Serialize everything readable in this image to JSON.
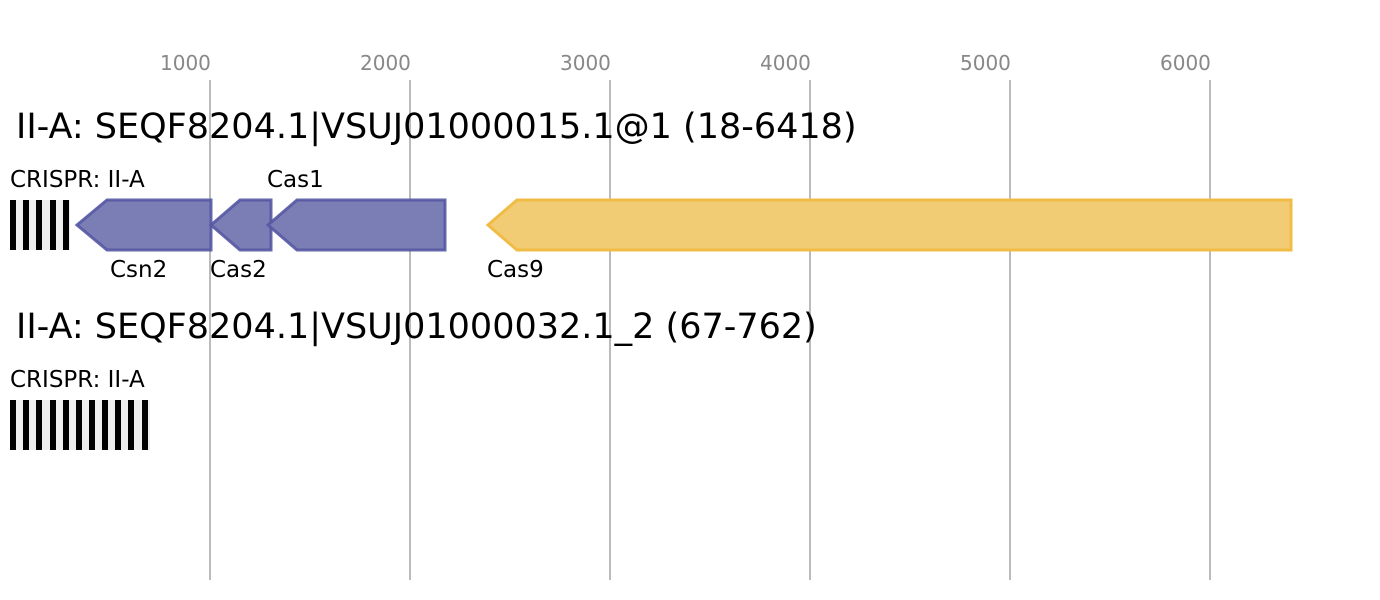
{
  "axis": {
    "ticks": [
      "1000",
      "2000",
      "3000",
      "4000",
      "5000",
      "6000"
    ]
  },
  "loci": [
    {
      "title": "II-A: SEQF8204.1|VSUJ01000015.1@1 (18-6418)",
      "labels": {
        "crispr": "CRISPR: II-A",
        "csn2": "Csn2",
        "cas2": "Cas2",
        "cas1": "Cas1",
        "cas9": "Cas9"
      }
    },
    {
      "title": "II-A: SEQF8204.1|VSUJ01000032.1_2 (67-762)",
      "labels": {
        "crispr": "CRISPR: II-A"
      }
    }
  ],
  "colors": {
    "cas_core": "#7b7db5",
    "cas9": "#f2cc74"
  }
}
